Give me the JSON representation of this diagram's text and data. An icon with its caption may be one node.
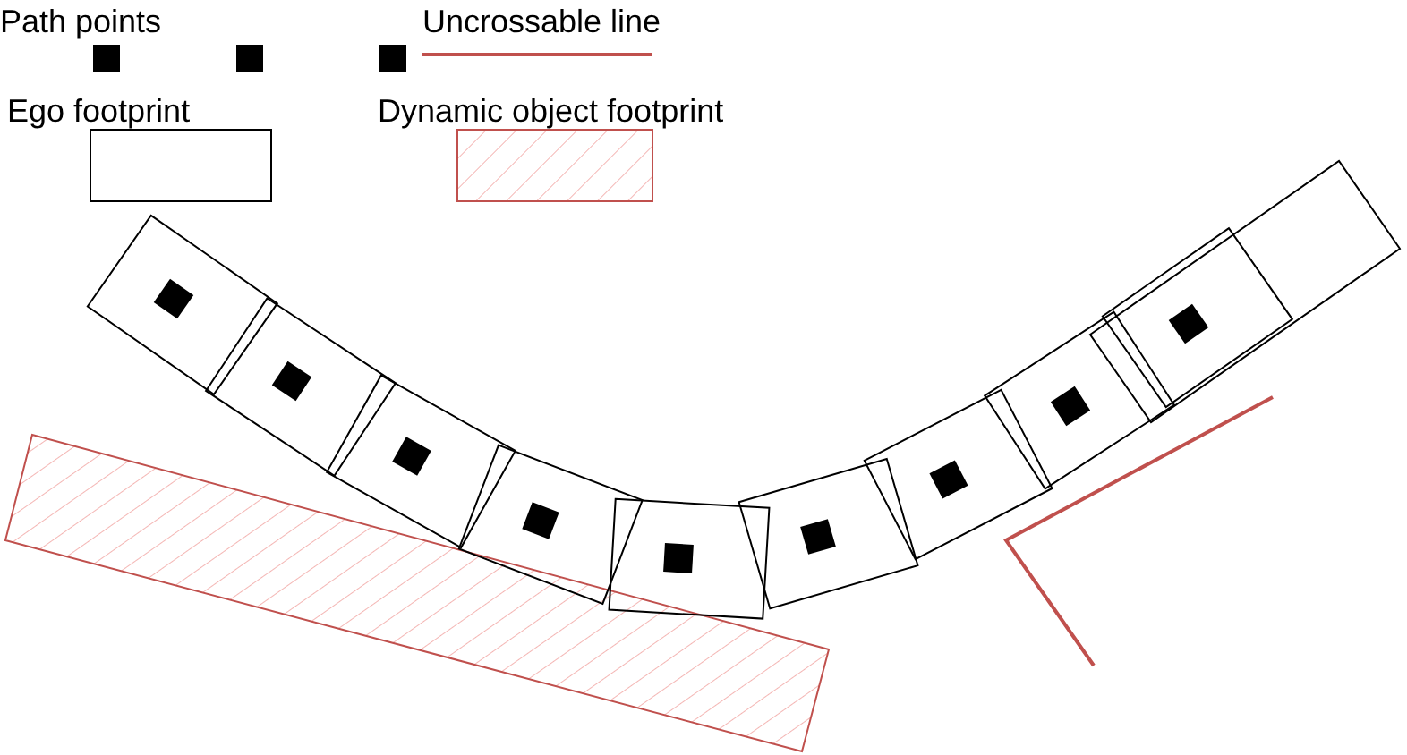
{
  "diagram": {
    "legend": [
      {
        "text": "Path points"
      },
      {
        "text": "Uncrossable line"
      },
      {
        "text": "Ego footprint"
      },
      {
        "text": "Dynamic object footprint"
      }
    ]
  }
}
